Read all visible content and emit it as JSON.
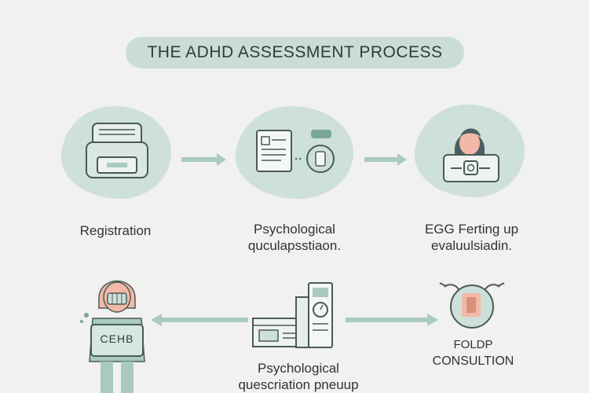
{
  "title": "THE ADHD ASSESSMENT PROCESS",
  "steps": [
    {
      "line1": "Registration",
      "line2": ""
    },
    {
      "line1": "Psychological",
      "line2": "quculapsstiaon."
    },
    {
      "line1": "EGG Ferting up",
      "line2": "evaluulsiadin."
    },
    {
      "line1": "Psychological",
      "line2": "quescriation pneuup"
    },
    {
      "line1": "FOLDP",
      "line2": "CONSULTION"
    }
  ],
  "device_label": "CEHB",
  "colors": {
    "background": "#f1f1ef",
    "blob": "#cde0d9",
    "arrow": "#a9cbbf",
    "skin": "#f2b9a8",
    "hair": "#4d5e63"
  }
}
